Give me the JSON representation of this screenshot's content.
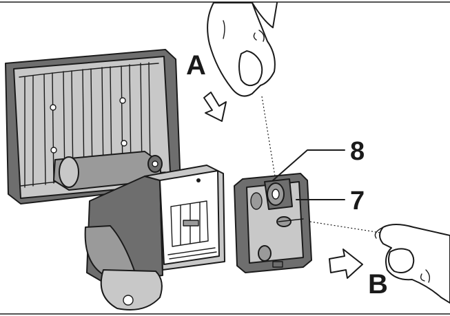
{
  "labels": {
    "step_a": "A",
    "step_b": "B",
    "part_8": "8",
    "part_7": "7"
  },
  "colors": {
    "line": "#1a1a1a",
    "housing_dark": "#6e6e6e",
    "housing_mid": "#9a9a9a",
    "housing_light": "#c8c8c8",
    "background": "#ffffff"
  }
}
